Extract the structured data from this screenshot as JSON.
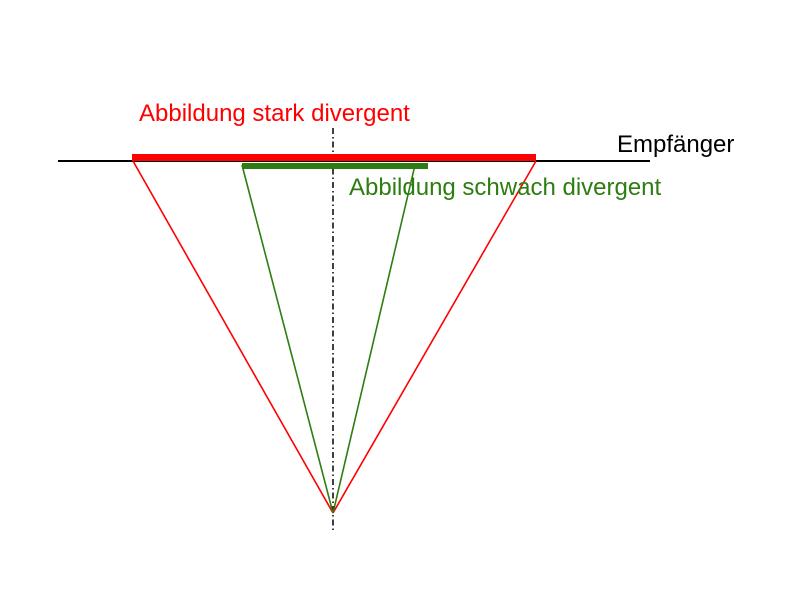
{
  "labels": {
    "receiver": "Empfänger",
    "strong": "Abbildung stark divergent",
    "weak": "Abbildung schwach divergent"
  },
  "colors": {
    "strong": "#ff0000",
    "weak": "#2e7d12",
    "receiver": "#000000",
    "axis": "#000000"
  }
}
